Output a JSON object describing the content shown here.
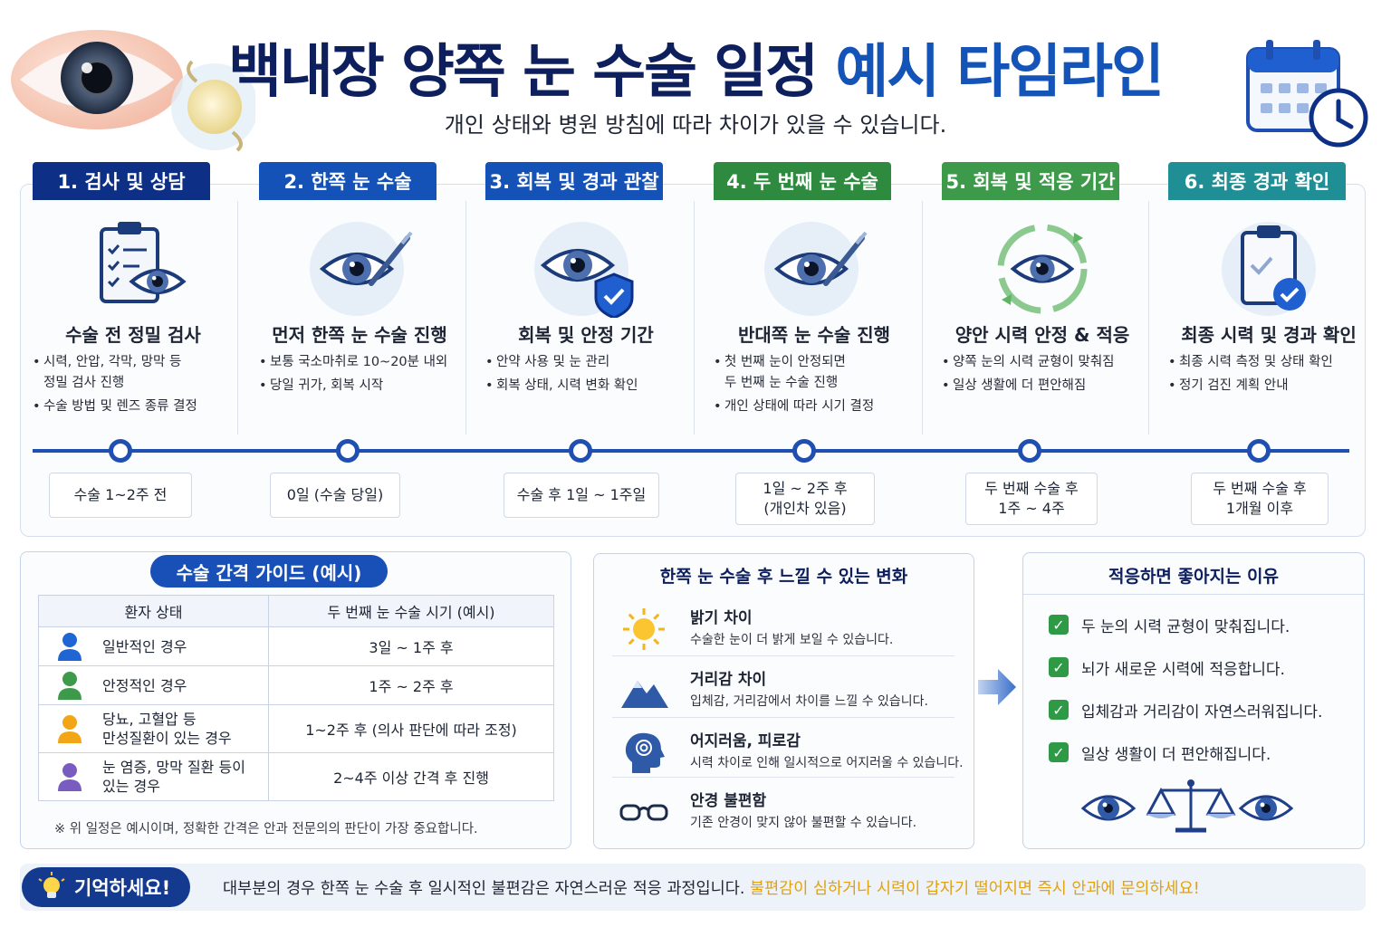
{
  "title": {
    "main": "백내장 양쪽 눈 수술 일정",
    "accent": "예시 타임라인"
  },
  "subtitle": "개인 상태와 병원 방침에 따라 차이가 있을 수 있습니다.",
  "colors": {
    "navy": "#0d2f86",
    "blue": "#1452b8",
    "green": "#2e8a3e",
    "green2": "#3c9a4a",
    "teal": "#1f8e95",
    "warn": "#e0a210"
  },
  "steps": [
    {
      "tab": "1. 검사 및 상담",
      "color": "#0d2f86",
      "icon": "clipboard-eye-icon",
      "heading": "수술 전 정밀 검사",
      "bullets": [
        "시력, 안압, 각막, 망막 등\n정밀 검사 진행",
        "수술 방법 및 렌즈 종류 결정"
      ],
      "time": "수술 1~2주 전"
    },
    {
      "tab": "2. 한쪽 눈 수술",
      "color": "#1452b8",
      "icon": "eye-surgery-icon",
      "heading": "먼저 한쪽 눈 수술 진행",
      "bullets": [
        "보통 국소마취로 10~20분 내외",
        "당일 귀가, 회복 시작"
      ],
      "time": "0일 (수술 당일)"
    },
    {
      "tab": "3. 회복 및 경과 관찰",
      "color": "#1452b8",
      "icon": "eye-shield-icon",
      "heading": "회복 및 안정 기간",
      "bullets": [
        "안약 사용 및 눈 관리",
        "회복 상태, 시력 변화 확인"
      ],
      "time": "수술 후 1일 ~ 1주일"
    },
    {
      "tab": "4. 두 번째 눈 수술",
      "color": "#2e8a3e",
      "icon": "eye-surgery-icon",
      "heading": "반대쪽 눈 수술 진행",
      "bullets": [
        "첫 번째 눈이 안정되면\n두 번째 눈 수술 진행",
        "개인 상태에 따라 시기 결정"
      ],
      "time": "1일 ~ 2주 후\n(개인차 있음)"
    },
    {
      "tab": "5. 회복 및 적응 기간",
      "color": "#3c9a4a",
      "icon": "eye-cycle-icon",
      "heading": "양안 시력 안정 & 적응",
      "bullets": [
        "양쪽 눈의 시력 균형이 맞춰짐",
        "일상 생활에 더 편안해짐"
      ],
      "time": "두 번째 수술 후\n1주 ~ 4주"
    },
    {
      "tab": "6. 최종 경과 확인",
      "color": "#1f8e95",
      "icon": "clipboard-check-icon",
      "heading": "최종 시력 및 경과 확인",
      "bullets": [
        "최종 시력 측정 및 상태 확인",
        "정기 검진 계획 안내"
      ],
      "time": "두 번째 수술 후\n1개월 이후"
    }
  ],
  "guide": {
    "title": "수술 간격 가이드 (예시)",
    "headers": [
      "환자 상태",
      "두 번째 눈 수술 시기 (예시)"
    ],
    "rows": [
      {
        "state": "일반적인 경우",
        "timing": "3일 ~ 1주 후",
        "color": "#1f66d4"
      },
      {
        "state": "안정적인 경우",
        "timing": "1주 ~ 2주 후",
        "color": "#3c9a4a"
      },
      {
        "state": "당뇨, 고혈압 등\n만성질환이 있는 경우",
        "timing": "1~2주 후 (의사 판단에 따라 조정)",
        "color": "#f2a516"
      },
      {
        "state": "눈 염증, 망막 질환 등이\n있는 경우",
        "timing": "2~4주 이상 간격 후 진행",
        "color": "#7a5cc0"
      }
    ],
    "note": "※ 위 일정은 예시이며, 정확한 간격은 안과 전문의의 판단이 가장 중요합니다."
  },
  "changes": {
    "title": "한쪽 눈 수술 후 느낄 수 있는 변화",
    "items": [
      {
        "icon": "sun-icon",
        "title": "밝기 차이",
        "desc": "수술한 눈이 더 밝게 보일 수 있습니다."
      },
      {
        "icon": "mountain-icon",
        "title": "거리감 차이",
        "desc": "입체감, 거리감에서 차이를 느낄 수 있습니다."
      },
      {
        "icon": "dizzy-head-icon",
        "title": "어지러움, 피로감",
        "desc": "시력 차이로 인해 일시적으로 어지러울 수 있습니다."
      },
      {
        "icon": "glasses-icon",
        "title": "안경 불편함",
        "desc": "기존 안경이 맞지 않아 불편할 수 있습니다."
      }
    ]
  },
  "reasons": {
    "title": "적응하면 좋아지는 이유",
    "items": [
      "두 눈의 시력 균형이 맞춰집니다.",
      "뇌가 새로운 시력에 적응합니다.",
      "입체감과 거리감이 자연스러워집니다.",
      "일상 생활이 더 편안해집니다."
    ]
  },
  "remember": {
    "badge": "기억하세요!",
    "text": "대부분의 경우 한쪽 눈 수술 후 일시적인 불편감은 자연스러운 적응 과정입니다.",
    "warning": "불편감이 심하거나 시력이 갑자기 떨어지면 즉시 안과에 문의하세요!"
  }
}
